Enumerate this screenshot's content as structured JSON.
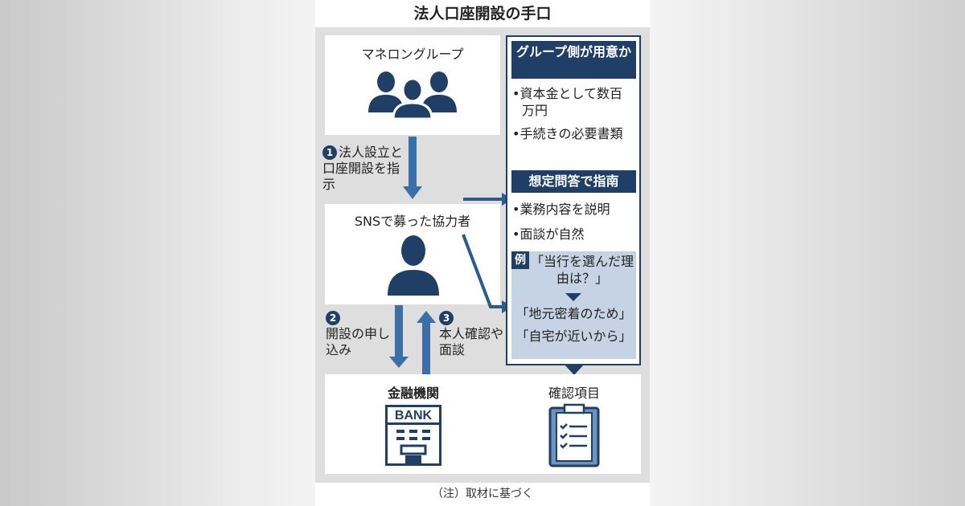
{
  "title": "法人口座開設の手口",
  "group": {
    "label": "マネロングループ"
  },
  "cooperator": {
    "label": "SNSで募った協力者"
  },
  "bank": {
    "label": "金融機関",
    "sign": "BANK"
  },
  "checklist": {
    "label": "確認項目"
  },
  "steps": [
    {
      "num": "1",
      "text": "法人設立と口座開設を指示"
    },
    {
      "num": "2",
      "text": "開設の申し込み"
    },
    {
      "num": "3",
      "text": "本人確認や面談"
    }
  ],
  "prepared": {
    "header": "グループ側が用意か",
    "items": [
      "•資本金として数百万円",
      "•手続きの必要書類"
    ]
  },
  "guidance": {
    "header": "想定問答で指南",
    "items": [
      "•業務内容を説明",
      "•面談が自然"
    ]
  },
  "example": {
    "tag": "例",
    "question": "「当行を選んだ理由は？」",
    "answers": [
      "「地元密着のため」",
      "「自宅が近いから」"
    ]
  },
  "footnote": "（注）取材に基づく",
  "colors": {
    "navy": "#1f3f66",
    "arrow": "#3a6fa8",
    "example_bg": "#c5d3e4"
  }
}
